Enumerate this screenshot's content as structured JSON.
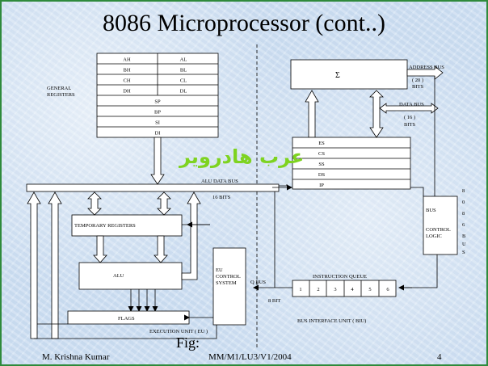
{
  "title": "8086 Microprocessor (cont..)",
  "footer": {
    "author": "M. Krishna Kumar",
    "code": "MM/M1/LU3/V1/2004",
    "page": "4"
  },
  "fig_label": "Fig:",
  "watermark": "عرب هادروير",
  "diagram": {
    "general_registers_label": [
      "GENERAL",
      "REGISTERS"
    ],
    "register_pairs": [
      [
        "AH",
        "AL"
      ],
      [
        "BH",
        "BL"
      ],
      [
        "CH",
        "CL"
      ],
      [
        "DH",
        "DL"
      ]
    ],
    "pointer_registers": [
      "SP",
      "BP",
      "SI",
      "DI"
    ],
    "segment_registers": [
      "ES",
      "CS",
      "SS",
      "DS",
      "IP"
    ],
    "sigma": "Σ",
    "address_bus": "ADDRESS BUS",
    "address_bus_width": [
      "( 20 )",
      "BITS"
    ],
    "data_bus": "DATA BUS",
    "data_bus_width": [
      "( 16 )",
      "BITS"
    ],
    "alu_data_bus": "ALU DATA BUS",
    "alu_bus_width": "16 BITS",
    "temporary_registers": "TEMPORARY REGISTERS",
    "alu": "ALU",
    "flags": "FLAGS",
    "eu_control_system": [
      "EU",
      "CONTROL",
      "SYSTEM"
    ],
    "q_bus": "Q BUS",
    "eight_bit": "8 BIT",
    "instruction_queue": "INSTRUCTION QUEUE",
    "queue_slots": [
      "1",
      "2",
      "3",
      "4",
      "5",
      "6"
    ],
    "bus_control_logic": [
      "BUS",
      "CONTROL",
      "LOGIC"
    ],
    "bus_8086": [
      "8",
      "0",
      "8",
      "6",
      "B",
      "U",
      "S"
    ],
    "execution_unit": "EXECUTION UNIT ( EU )",
    "bus_interface_unit": "BUS INTERFACE UNIT   ( BIU)"
  }
}
